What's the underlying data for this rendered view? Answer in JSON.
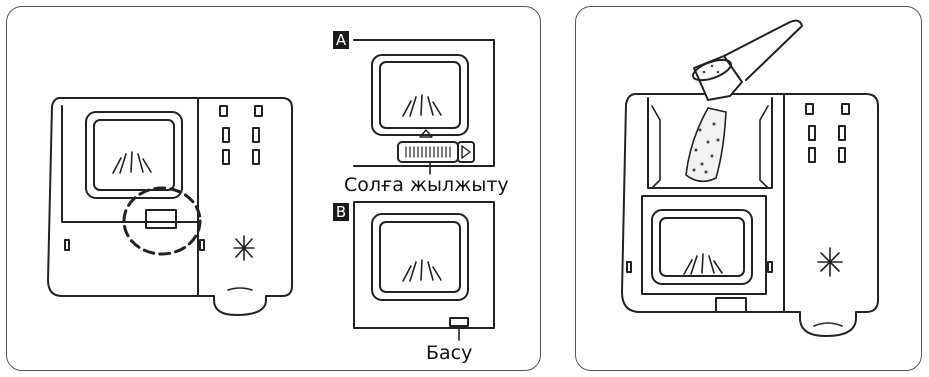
{
  "labels": {
    "step_a_tag": "A",
    "step_b_tag": "B",
    "slide_left": "Солға жылжыту",
    "press": "Басу"
  }
}
